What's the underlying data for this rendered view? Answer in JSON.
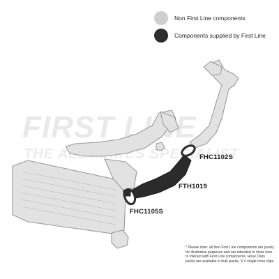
{
  "legend": {
    "non_first_line": {
      "label": "Non First Line components",
      "color": "#cfcfcf"
    },
    "first_line": {
      "label": "Components supplied by First Line",
      "color": "#2e2e2e"
    }
  },
  "watermark": {
    "main": "FIRST LINE",
    "sub": "THE ALL MAKES SPECIALIST"
  },
  "parts": {
    "clip_top": "FHC1102S",
    "hose": "FTH1019",
    "clip_bottom": "FHC1105S"
  },
  "colors": {
    "grey_part": "#dcdcdc",
    "grey_outline": "#9a9a9a",
    "black_part": "#2b2b2b"
  },
  "note": "* Please note: all Non First Line components are purely for illustrative purposes and are intended to show how to interact with First Line components. Hose Clips packs are available in bulk packs, S = single hose clips."
}
